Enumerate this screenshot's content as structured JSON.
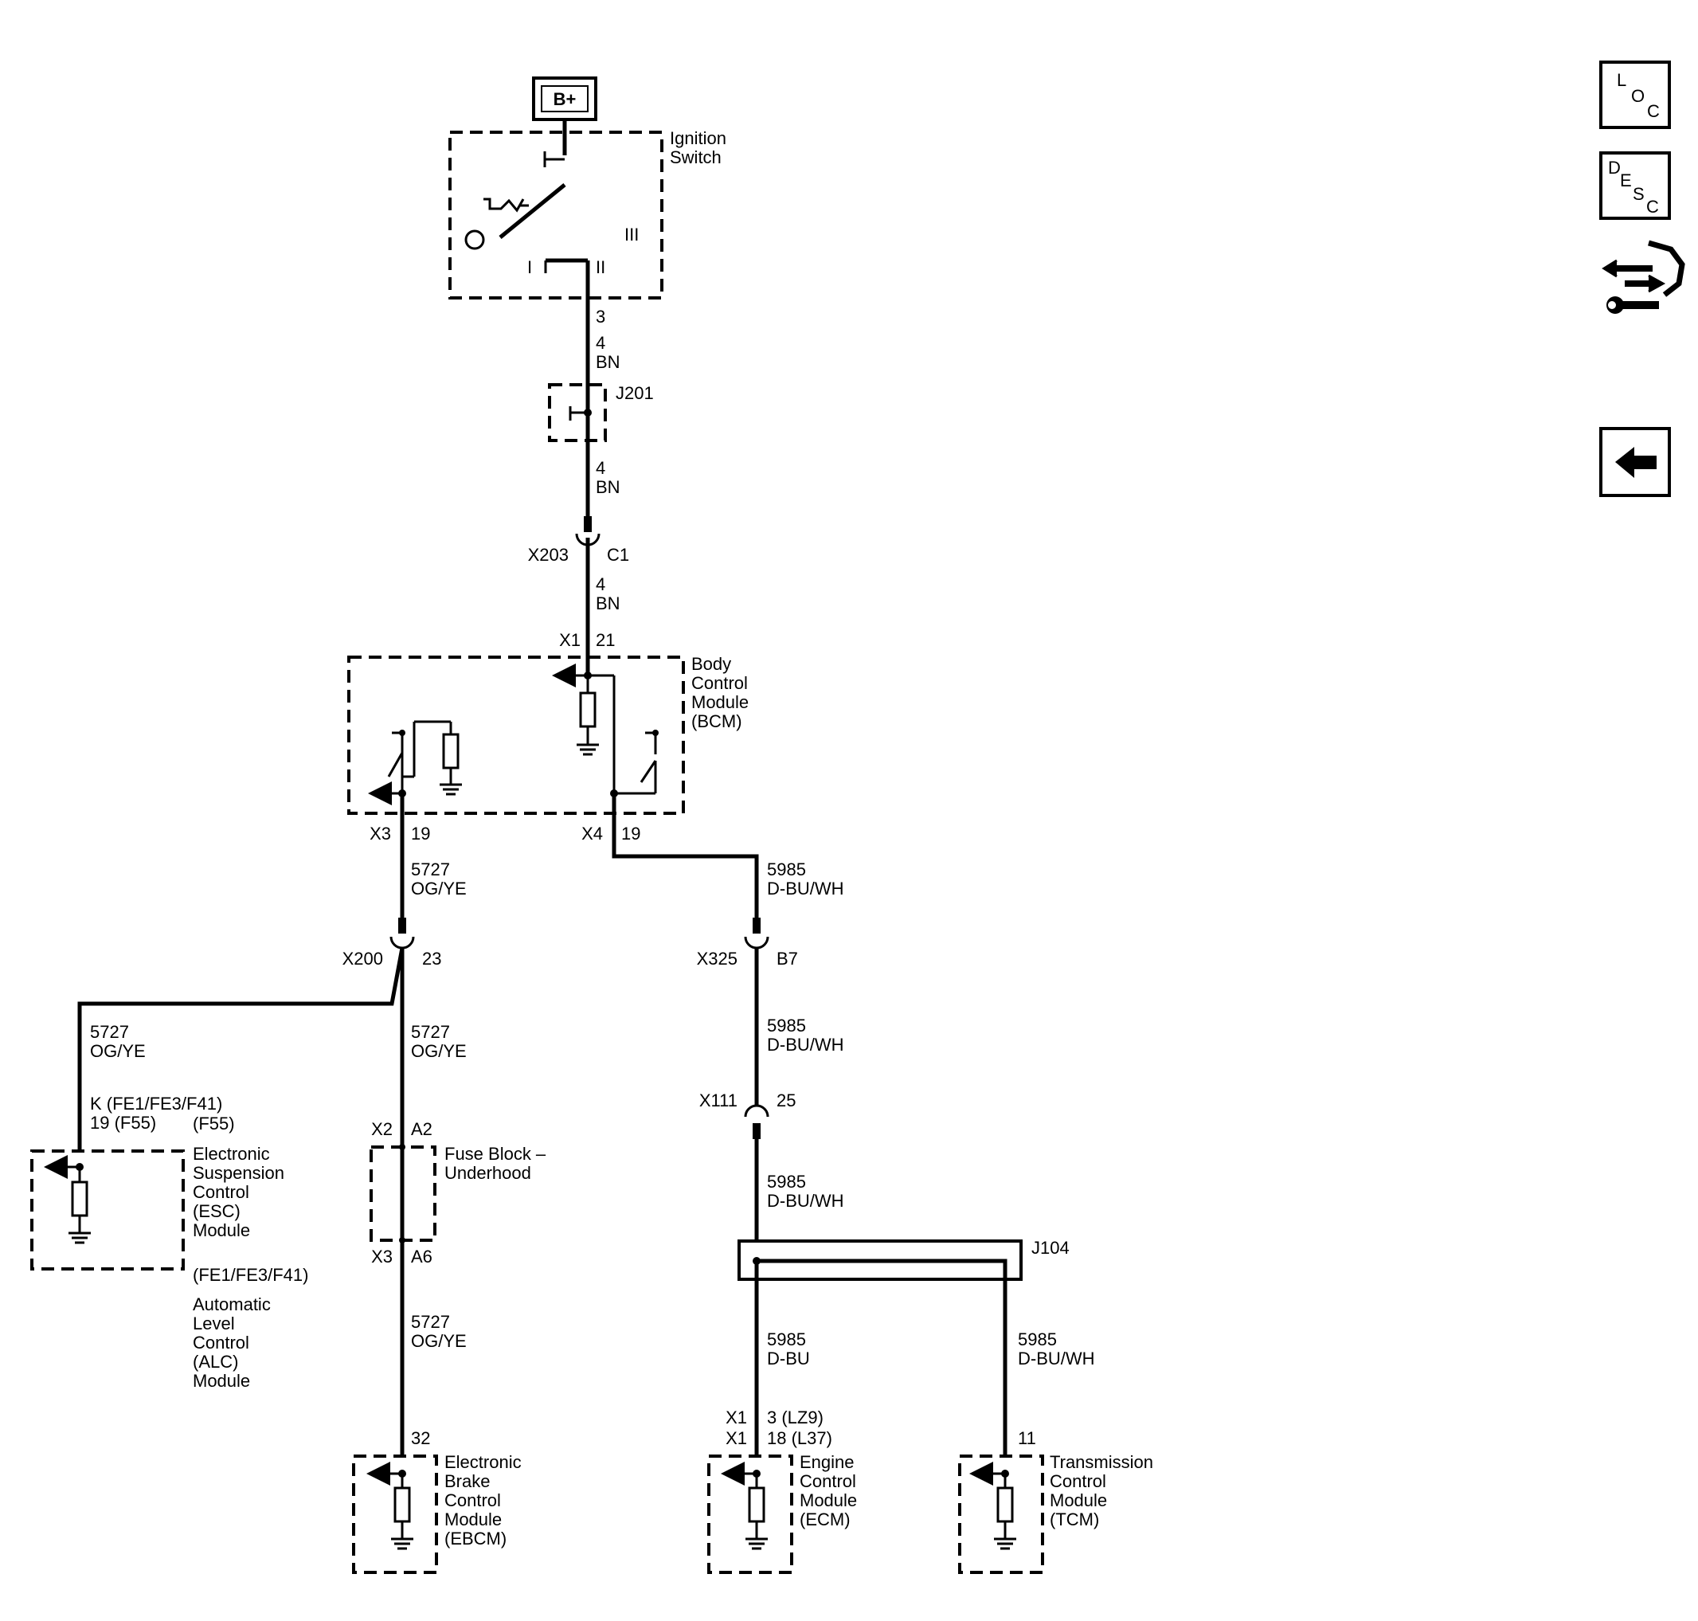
{
  "power": {
    "label": "B+"
  },
  "ignition_switch": {
    "title_line1": "Ignition",
    "title_line2": "Switch",
    "pos_1": "I",
    "pos_2": "II",
    "pos_3": "III",
    "output_pin": "3"
  },
  "wires": {
    "w1": {
      "circuit": "4",
      "color": "BN"
    },
    "w2": {
      "circuit": "4",
      "color": "BN"
    },
    "w3": {
      "circuit": "4",
      "color": "BN"
    },
    "w4": {
      "circuit": "5727",
      "color": "OG/YE"
    },
    "w5": {
      "circuit": "5985",
      "color": "D-BU/WH"
    },
    "w6": {
      "circuit": "5727",
      "color": "OG/YE"
    },
    "w7": {
      "circuit": "5727",
      "color": "OG/YE"
    },
    "w8": {
      "circuit": "5985",
      "color": "D-BU/WH"
    },
    "w9": {
      "circuit": "5985",
      "color": "D-BU/WH"
    },
    "w10": {
      "circuit": "5727",
      "color": "OG/YE"
    },
    "w11": {
      "circuit": "5985",
      "color": "D-BU"
    },
    "w12": {
      "circuit": "5985",
      "color": "D-BU/WH"
    }
  },
  "splices": {
    "j201": "J201",
    "j104": "J104"
  },
  "connectors": {
    "x203": {
      "name": "X203",
      "pin": "C1"
    },
    "x200": {
      "name": "X200",
      "pin": "23"
    },
    "x325": {
      "name": "X325",
      "pin": "B7"
    },
    "x111": {
      "name": "X111",
      "pin": "25"
    }
  },
  "bcm": {
    "line1": "Body",
    "line2": "Control",
    "line3": "Module",
    "line4": "(BCM)",
    "in_conn": "X1",
    "in_pin": "21",
    "out_a_conn": "X3",
    "out_a_pin": "19",
    "out_b_conn": "X4",
    "out_b_pin": "19"
  },
  "esc": {
    "pin_k": "K (FE1/FE3/F41)",
    "pin_19": "19 (F55)",
    "variant_top": "(F55)",
    "line1": "Electronic",
    "line2": "Suspension",
    "line3": "Control",
    "line4": "(ESC)",
    "line5": "Module",
    "variant_bottom": "(FE1/FE3/F41)",
    "alc1": "Automatic",
    "alc2": "Level",
    "alc3": "Control",
    "alc4": "(ALC)",
    "alc5": "Module"
  },
  "fuse_block": {
    "line1": "Fuse Block –",
    "line2": "Underhood",
    "in_conn": "X2",
    "in_pin": "A2",
    "out_conn": "X3",
    "out_pin": "A6"
  },
  "ebcm": {
    "pin": "32",
    "line1": "Electronic",
    "line2": "Brake",
    "line3": "Control",
    "line4": "Module",
    "line5": "(EBCM)"
  },
  "ecm": {
    "conn_a": "X1",
    "pin_a": "3 (LZ9)",
    "conn_b": "X1",
    "pin_b": "18 (L37)",
    "line1": "Engine",
    "line2": "Control",
    "line3": "Module",
    "line4": "(ECM)"
  },
  "tcm": {
    "pin": "11",
    "line1": "Transmission",
    "line2": "Control",
    "line3": "Module",
    "line4": "(TCM)"
  },
  "nav": {
    "loc_l": "L",
    "loc_o": "O",
    "loc_c": "C",
    "desc_d": "D",
    "desc_e": "E",
    "desc_s": "S",
    "desc_c": "C",
    "connector_icon": "connector-end-view-icon",
    "back_icon": "left-arrow-icon"
  }
}
